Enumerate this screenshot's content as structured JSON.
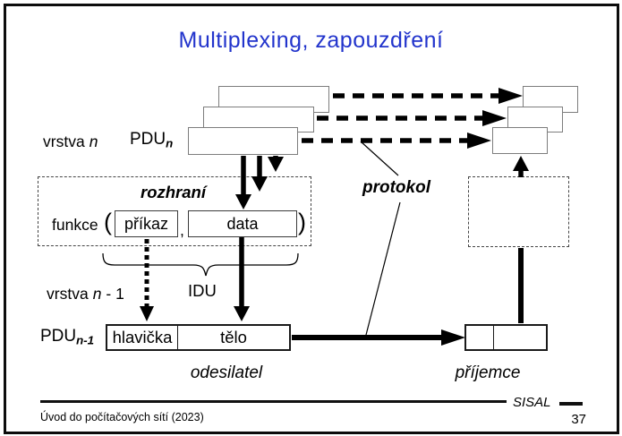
{
  "slide": {
    "title": "Multiplexing, zapouzdření",
    "footer": {
      "course": "Úvod do počítačových sítí (2023)",
      "brand": "SISAL",
      "page": "37"
    }
  },
  "diagram": {
    "layer_n": {
      "word": "vrstva",
      "var": "n"
    },
    "layer_n1": {
      "word": "vrstva",
      "var": "n",
      "suffix": "- 1"
    },
    "pdu_n": {
      "base": "PDU",
      "sub": "n"
    },
    "pdu_n1": {
      "base": "PDU",
      "sub": "n-1"
    },
    "interface_label": "rozhraní",
    "protocol_label": "protokol",
    "function_call": {
      "name": "funkce",
      "open": "(",
      "comma": ",",
      "close": ")"
    },
    "command_box": "příkaz",
    "data_box": "data",
    "idu_label": "IDU",
    "header_cell": "hlavička",
    "body_cell": "tělo",
    "sender_label": "odesilatel",
    "receiver_label": "příjemce"
  },
  "colors": {
    "title_blue": "#2234cc",
    "ink": "#000000",
    "stack_border_gray": "#7d7d7d"
  }
}
